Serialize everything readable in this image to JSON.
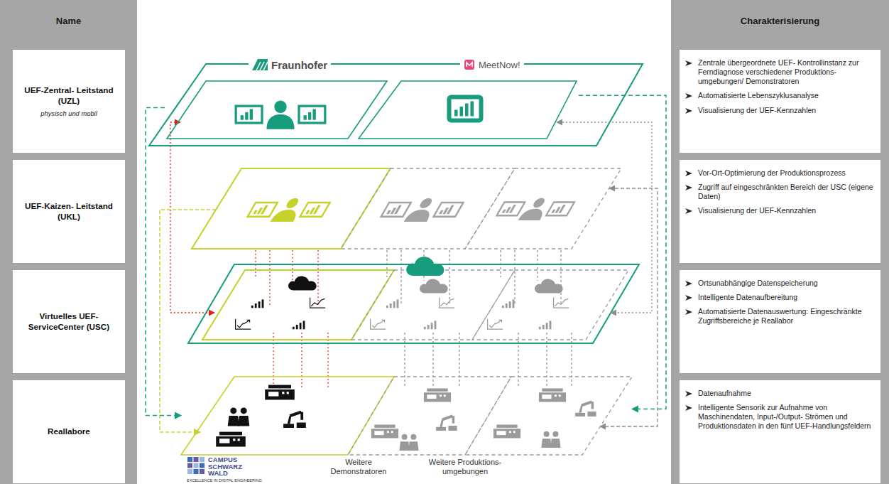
{
  "diagram": {
    "nodes": [
      {
        "text": [
          "Name"
        ]
      },
      {
        "text": [
          "UEF-Zentral- Leitstand (UZL)",
          "physisch und mobil"
        ],
        "in": 0
      },
      {
        "text": [
          "UEF-Kaizen- Leitstand (UKL)"
        ],
        "in": 0
      },
      {
        "text": [
          "Virtuelles UEF- ServiceCenter (USC)"
        ],
        "in": 0
      },
      {
        "text": [
          "Reallabore"
        ],
        "in": 0
      },
      {
        "text": [
          "Fraunhofer"
        ]
      },
      {
        "text": [
          "MeetNow!"
        ]
      },
      {
        "text": [
          "CAMPUS SCHWARZ WALD",
          "EXCELLENCE IN DIGITAL ENGINEERING"
        ]
      },
      {
        "text": [
          "Weitere Demonstratoren"
        ]
      },
      {
        "text": [
          "Weitere Produktions- umgebungen"
        ]
      },
      {
        "text": [
          "Charakterisierung"
        ]
      },
      {
        "text": [
          "Zentrale übergeordnete UEF- Kontrollinstanz zur Ferndiagnose verschiedener Produktions- umgebungen/ Demonstratoren",
          "Automatisierte Lebenszyklusanalyse",
          "Visualisierung der UEF-Kennzahlen"
        ],
        "in": 10
      },
      {
        "text": [
          "Vor-Ort-Optimierung der Produktionsprozess",
          "Zugriff auf eingeschränkten Bereich der USC (eigene Daten)",
          "Visualisierung der UEF-Kennzahlen"
        ],
        "in": 10
      },
      {
        "text": [
          "Ortsunabhängige Datenspeicherung",
          "Intelligente Datenaufbereitung",
          "Automatisierte Datenauswertung: Eingeschränkte Zugriffsbereiche je Reallabor"
        ],
        "in": 10
      },
      {
        "text": [
          "Datenaufnahme",
          "Intelligente Sensorik zur Aufnahme von Maschinendaten, Input-/Output- Strömen und Produktionsdaten in den fünf UEF-Handlungsfeldern"
        ],
        "in": 10
      }
    ],
    "edges": [
      {
        "from": 5,
        "to": 7,
        "arrow": "to"
      },
      {
        "from": 6,
        "to": 9,
        "arrow": "to"
      }
    ]
  }
}
